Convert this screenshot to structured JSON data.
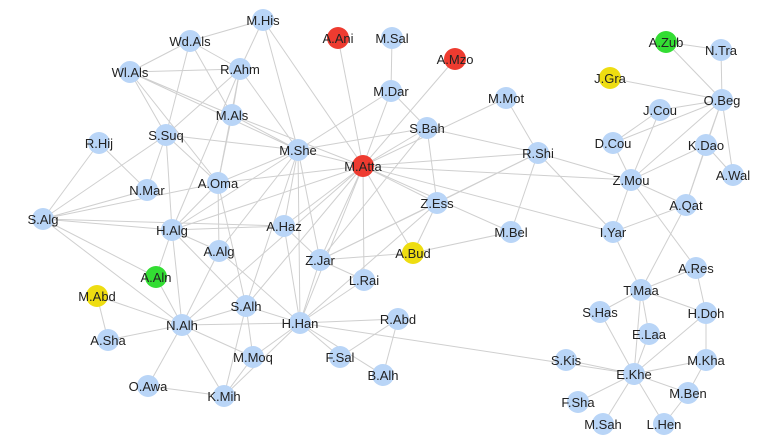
{
  "colors": {
    "default": "#b9d5f7",
    "red": "#ee3b30",
    "green": "#33dd33",
    "yellow": "#eedd11",
    "edge": "#cfcfcf"
  },
  "nodes": [
    {
      "id": "M.His",
      "label": "M.His",
      "color": "default"
    },
    {
      "id": "Wd.Als",
      "label": "Wd.Als",
      "color": "default"
    },
    {
      "id": "A.Ani",
      "label": "A.Ani",
      "color": "red"
    },
    {
      "id": "M.Sal",
      "label": "M.Sal",
      "color": "default"
    },
    {
      "id": "A.Mzo",
      "label": "A.Mzo",
      "color": "red"
    },
    {
      "id": "A.Zub",
      "label": "A.Zub",
      "color": "green"
    },
    {
      "id": "N.Tra",
      "label": "N.Tra",
      "color": "default"
    },
    {
      "id": "Wl.Als",
      "label": "Wl.Als",
      "color": "default"
    },
    {
      "id": "R.Ahm",
      "label": "R.Ahm",
      "color": "default"
    },
    {
      "id": "J.Gra",
      "label": "J.Gra",
      "color": "yellow"
    },
    {
      "id": "M.Dar",
      "label": "M.Dar",
      "color": "default"
    },
    {
      "id": "M.Mot",
      "label": "M.Mot",
      "color": "default"
    },
    {
      "id": "O.Beg",
      "label": "O.Beg",
      "color": "default"
    },
    {
      "id": "J.Cou",
      "label": "J.Cou",
      "color": "default"
    },
    {
      "id": "M.Als",
      "label": "M.Als",
      "color": "default"
    },
    {
      "id": "S.Bah",
      "label": "S.Bah",
      "color": "default"
    },
    {
      "id": "R.Hij",
      "label": "R.Hij",
      "color": "default"
    },
    {
      "id": "S.Suq",
      "label": "S.Suq",
      "color": "default"
    },
    {
      "id": "M.She",
      "label": "M.She",
      "color": "default"
    },
    {
      "id": "D.Cou",
      "label": "D.Cou",
      "color": "default"
    },
    {
      "id": "K.Dao",
      "label": "K.Dao",
      "color": "default"
    },
    {
      "id": "R.Shi",
      "label": "R.Shi",
      "color": "default"
    },
    {
      "id": "M.Atta",
      "label": "M.Atta",
      "color": "red"
    },
    {
      "id": "N.Mar",
      "label": "N.Mar",
      "color": "default"
    },
    {
      "id": "A.Oma",
      "label": "A.Oma",
      "color": "default"
    },
    {
      "id": "Z.Mou",
      "label": "Z.Mou",
      "color": "default"
    },
    {
      "id": "A.Wal",
      "label": "A.Wal",
      "color": "default"
    },
    {
      "id": "Z.Ess",
      "label": "Z.Ess",
      "color": "default"
    },
    {
      "id": "A.Qat",
      "label": "A.Qat",
      "color": "default"
    },
    {
      "id": "S.Alg",
      "label": "S.Alg",
      "color": "default"
    },
    {
      "id": "A.Haz",
      "label": "A.Haz",
      "color": "default"
    },
    {
      "id": "H.Alg",
      "label": "H.Alg",
      "color": "default"
    },
    {
      "id": "M.Bel",
      "label": "M.Bel",
      "color": "default"
    },
    {
      "id": "I.Yar",
      "label": "I.Yar",
      "color": "default"
    },
    {
      "id": "A.Alg",
      "label": "A.Alg",
      "color": "default"
    },
    {
      "id": "Z.Jar",
      "label": "Z.Jar",
      "color": "default"
    },
    {
      "id": "A.Bud",
      "label": "A.Bud",
      "color": "yellow"
    },
    {
      "id": "A.Aln",
      "label": "A.Aln",
      "color": "green"
    },
    {
      "id": "A.Res",
      "label": "A.Res",
      "color": "default"
    },
    {
      "id": "L.Rai",
      "label": "L.Rai",
      "color": "default"
    },
    {
      "id": "M.Abd",
      "label": "M.Abd",
      "color": "yellow"
    },
    {
      "id": "T.Maa",
      "label": "T.Maa",
      "color": "default"
    },
    {
      "id": "S.Alh",
      "label": "S.Alh",
      "color": "default"
    },
    {
      "id": "S.Has",
      "label": "S.Has",
      "color": "default"
    },
    {
      "id": "H.Doh",
      "label": "H.Doh",
      "color": "default"
    },
    {
      "id": "R.Abd",
      "label": "R.Abd",
      "color": "default"
    },
    {
      "id": "N.Alh",
      "label": "N.Alh",
      "color": "default"
    },
    {
      "id": "H.Han",
      "label": "H.Han",
      "color": "default"
    },
    {
      "id": "A.Sha",
      "label": "A.Sha",
      "color": "default"
    },
    {
      "id": "E.Laa",
      "label": "E.Laa",
      "color": "default"
    },
    {
      "id": "M.Moq",
      "label": "M.Moq",
      "color": "default"
    },
    {
      "id": "F.Sal",
      "label": "F.Sal",
      "color": "default"
    },
    {
      "id": "S.Kis",
      "label": "S.Kis",
      "color": "default"
    },
    {
      "id": "M.Kha",
      "label": "M.Kha",
      "color": "default"
    },
    {
      "id": "B.Alh",
      "label": "B.Alh",
      "color": "default"
    },
    {
      "id": "E.Khe",
      "label": "E.Khe",
      "color": "default"
    },
    {
      "id": "O.Awa",
      "label": "O.Awa",
      "color": "default"
    },
    {
      "id": "K.Mih",
      "label": "K.Mih",
      "color": "default"
    },
    {
      "id": "M.Ben",
      "label": "M.Ben",
      "color": "default"
    },
    {
      "id": "F.Sha",
      "label": "F.Sha",
      "color": "default"
    },
    {
      "id": "M.Sah",
      "label": "M.Sah",
      "color": "default"
    },
    {
      "id": "L.Hen",
      "label": "L.Hen",
      "color": "default"
    }
  ],
  "edges": [
    [
      "M.His",
      "Wd.Als"
    ],
    [
      "M.His",
      "R.Ahm"
    ],
    [
      "M.His",
      "M.Atta"
    ],
    [
      "M.His",
      "M.She"
    ],
    [
      "Wd.Als",
      "Wl.Als"
    ],
    [
      "Wd.Als",
      "R.Ahm"
    ],
    [
      "Wd.Als",
      "S.Suq"
    ],
    [
      "Wd.Als",
      "M.Als"
    ],
    [
      "Wl.Als",
      "R.Ahm"
    ],
    [
      "Wl.Als",
      "S.Suq"
    ],
    [
      "Wl.Als",
      "M.Als"
    ],
    [
      "Wl.Als",
      "M.She"
    ],
    [
      "Wl.Als",
      "A.Oma"
    ],
    [
      "R.Ahm",
      "M.Als"
    ],
    [
      "R.Ahm",
      "S.Suq"
    ],
    [
      "R.Ahm",
      "M.She"
    ],
    [
      "R.Ahm",
      "A.Oma"
    ],
    [
      "R.Ahm",
      "H.Alg"
    ],
    [
      "M.Als",
      "M.She"
    ],
    [
      "M.Als",
      "A.Oma"
    ],
    [
      "M.Als",
      "M.Atta"
    ],
    [
      "S.Suq",
      "M.She"
    ],
    [
      "S.Suq",
      "N.Mar"
    ],
    [
      "S.Suq",
      "S.Alg"
    ],
    [
      "S.Suq",
      "H.Alg"
    ],
    [
      "S.Suq",
      "A.Oma"
    ],
    [
      "R.Hij",
      "S.Alg"
    ],
    [
      "R.Hij",
      "N.Mar"
    ],
    [
      "A.Ani",
      "M.Atta"
    ],
    [
      "M.Sal",
      "M.Dar"
    ],
    [
      "A.Mzo",
      "M.Atta"
    ],
    [
      "M.Dar",
      "M.Atta"
    ],
    [
      "M.Dar",
      "S.Bah"
    ],
    [
      "M.Dar",
      "M.She"
    ],
    [
      "M.Mot",
      "M.Atta"
    ],
    [
      "M.Mot",
      "R.Shi"
    ],
    [
      "S.Bah",
      "M.Atta"
    ],
    [
      "S.Bah",
      "R.Shi"
    ],
    [
      "S.Bah",
      "Z.Ess"
    ],
    [
      "S.Bah",
      "M.She"
    ],
    [
      "S.Bah",
      "Z.Jar"
    ],
    [
      "M.She",
      "M.Atta"
    ],
    [
      "M.She",
      "A.Oma"
    ],
    [
      "M.She",
      "A.Haz"
    ],
    [
      "M.She",
      "Z.Jar"
    ],
    [
      "M.She",
      "H.Han"
    ],
    [
      "M.She",
      "S.Alh"
    ],
    [
      "M.She",
      "H.Alg"
    ],
    [
      "M.She",
      "A.Alg"
    ],
    [
      "M.Atta",
      "R.Shi"
    ],
    [
      "M.Atta",
      "Z.Ess"
    ],
    [
      "M.Atta",
      "A.Oma"
    ],
    [
      "M.Atta",
      "A.Haz"
    ],
    [
      "M.Atta",
      "Z.Jar"
    ],
    [
      "M.Atta",
      "L.Rai"
    ],
    [
      "M.Atta",
      "H.Han"
    ],
    [
      "M.Atta",
      "S.Alh"
    ],
    [
      "M.Atta",
      "Z.Mou"
    ],
    [
      "M.Atta",
      "A.Bud"
    ],
    [
      "M.Atta",
      "M.Bel"
    ],
    [
      "M.Atta",
      "N.Alh"
    ],
    [
      "M.Atta",
      "H.Alg"
    ],
    [
      "R.Shi",
      "Z.Mou"
    ],
    [
      "R.Shi",
      "M.Bel"
    ],
    [
      "R.Shi",
      "Z.Jar"
    ],
    [
      "R.Shi",
      "I.Yar"
    ],
    [
      "R.Shi",
      "Z.Ess"
    ],
    [
      "Z.Ess",
      "Z.Jar"
    ],
    [
      "Z.Ess",
      "A.Bud"
    ],
    [
      "Z.Ess",
      "H.Han"
    ],
    [
      "A.Oma",
      "H.Alg"
    ],
    [
      "A.Oma",
      "A.Alg"
    ],
    [
      "A.Oma",
      "S.Alg"
    ],
    [
      "A.Oma",
      "S.Alh"
    ],
    [
      "S.Alg",
      "H.Alg"
    ],
    [
      "S.Alg",
      "N.Mar"
    ],
    [
      "S.Alg",
      "A.Haz"
    ],
    [
      "S.Alg",
      "A.Aln"
    ],
    [
      "S.Alg",
      "N.Alh"
    ],
    [
      "H.Alg",
      "A.Alg"
    ],
    [
      "H.Alg",
      "A.Haz"
    ],
    [
      "H.Alg",
      "A.Aln"
    ],
    [
      "H.Alg",
      "N.Alh"
    ],
    [
      "H.Alg",
      "S.Alh"
    ],
    [
      "A.Haz",
      "Z.Jar"
    ],
    [
      "A.Haz",
      "H.Han"
    ],
    [
      "A.Alg",
      "H.Han"
    ],
    [
      "A.Alg",
      "N.Alh"
    ],
    [
      "Z.Jar",
      "L.Rai"
    ],
    [
      "Z.Jar",
      "H.Han"
    ],
    [
      "Z.Jar",
      "A.Bud"
    ],
    [
      "A.Bud",
      "M.Bel"
    ],
    [
      "L.Rai",
      "H.Han"
    ],
    [
      "R.Abd",
      "H.Han"
    ],
    [
      "R.Abd",
      "F.Sal"
    ],
    [
      "R.Abd",
      "B.Alh"
    ],
    [
      "H.Han",
      "N.Alh"
    ],
    [
      "H.Han",
      "S.Alh"
    ],
    [
      "H.Han",
      "M.Moq"
    ],
    [
      "H.Han",
      "F.Sal"
    ],
    [
      "H.Han",
      "K.Mih"
    ],
    [
      "H.Han",
      "B.Alh"
    ],
    [
      "N.Alh",
      "A.Aln"
    ],
    [
      "N.Alh",
      "M.Abd"
    ],
    [
      "N.Alh",
      "A.Sha"
    ],
    [
      "N.Alh",
      "S.Alh"
    ],
    [
      "N.Alh",
      "O.Awa"
    ],
    [
      "N.Alh",
      "K.Mih"
    ],
    [
      "N.Alh",
      "M.Moq"
    ],
    [
      "S.Alh",
      "M.Moq"
    ],
    [
      "S.Alh",
      "K.Mih"
    ],
    [
      "M.Moq",
      "K.Mih"
    ],
    [
      "O.Awa",
      "K.Mih"
    ],
    [
      "A.Sha",
      "M.Abd"
    ],
    [
      "A.Zub",
      "N.Tra"
    ],
    [
      "A.Zub",
      "O.Beg"
    ],
    [
      "N.Tra",
      "O.Beg"
    ],
    [
      "J.Gra",
      "O.Beg"
    ],
    [
      "O.Beg",
      "J.Cou"
    ],
    [
      "O.Beg",
      "K.Dao"
    ],
    [
      "O.Beg",
      "Z.Mou"
    ],
    [
      "O.Beg",
      "A.Wal"
    ],
    [
      "O.Beg",
      "A.Qat"
    ],
    [
      "O.Beg",
      "D.Cou"
    ],
    [
      "J.Cou",
      "Z.Mou"
    ],
    [
      "J.Cou",
      "D.Cou"
    ],
    [
      "D.Cou",
      "Z.Mou"
    ],
    [
      "K.Dao",
      "Z.Mou"
    ],
    [
      "K.Dao",
      "A.Wal"
    ],
    [
      "K.Dao",
      "A.Qat"
    ],
    [
      "Z.Mou",
      "A.Qat"
    ],
    [
      "Z.Mou",
      "I.Yar"
    ],
    [
      "Z.Mou",
      "A.Res"
    ],
    [
      "A.Qat",
      "I.Yar"
    ],
    [
      "A.Qat",
      "T.Maa"
    ],
    [
      "I.Yar",
      "T.Maa"
    ],
    [
      "T.Maa",
      "S.Has"
    ],
    [
      "T.Maa",
      "E.Laa"
    ],
    [
      "T.Maa",
      "E.Khe"
    ],
    [
      "T.Maa",
      "A.Res"
    ],
    [
      "T.Maa",
      "H.Doh"
    ],
    [
      "A.Res",
      "H.Doh"
    ],
    [
      "H.Doh",
      "M.Kha"
    ],
    [
      "H.Doh",
      "E.Khe"
    ],
    [
      "E.Laa",
      "E.Khe"
    ],
    [
      "E.Khe",
      "S.Kis"
    ],
    [
      "E.Khe",
      "M.Kha"
    ],
    [
      "E.Khe",
      "M.Ben"
    ],
    [
      "E.Khe",
      "F.Sha"
    ],
    [
      "E.Khe",
      "M.Sah"
    ],
    [
      "E.Khe",
      "L.Hen"
    ],
    [
      "E.Khe",
      "S.Has"
    ],
    [
      "M.Kha",
      "M.Ben"
    ],
    [
      "M.Ben",
      "L.Hen"
    ],
    [
      "H.Han",
      "E.Khe"
    ],
    [
      "M.Atta",
      "I.Yar"
    ]
  ]
}
